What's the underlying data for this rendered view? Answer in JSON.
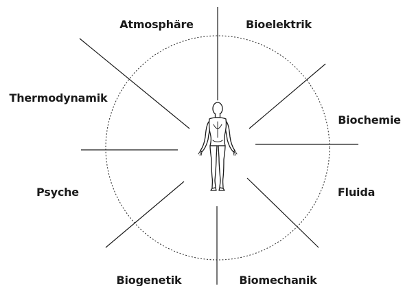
{
  "labels": {
    "atmosphaere": "Atmosphäre",
    "bioelektrik": "Bioelektrik",
    "thermodynamik": "Thermodynamik",
    "biochemie": "Biochemie",
    "psyche": "Psyche",
    "fluida": "Fluida",
    "biogenetik": "Biogenetik",
    "biomechanik": "Biomechanik"
  },
  "colors": {
    "ink": "#1a1a1a",
    "background": "#ffffff"
  }
}
